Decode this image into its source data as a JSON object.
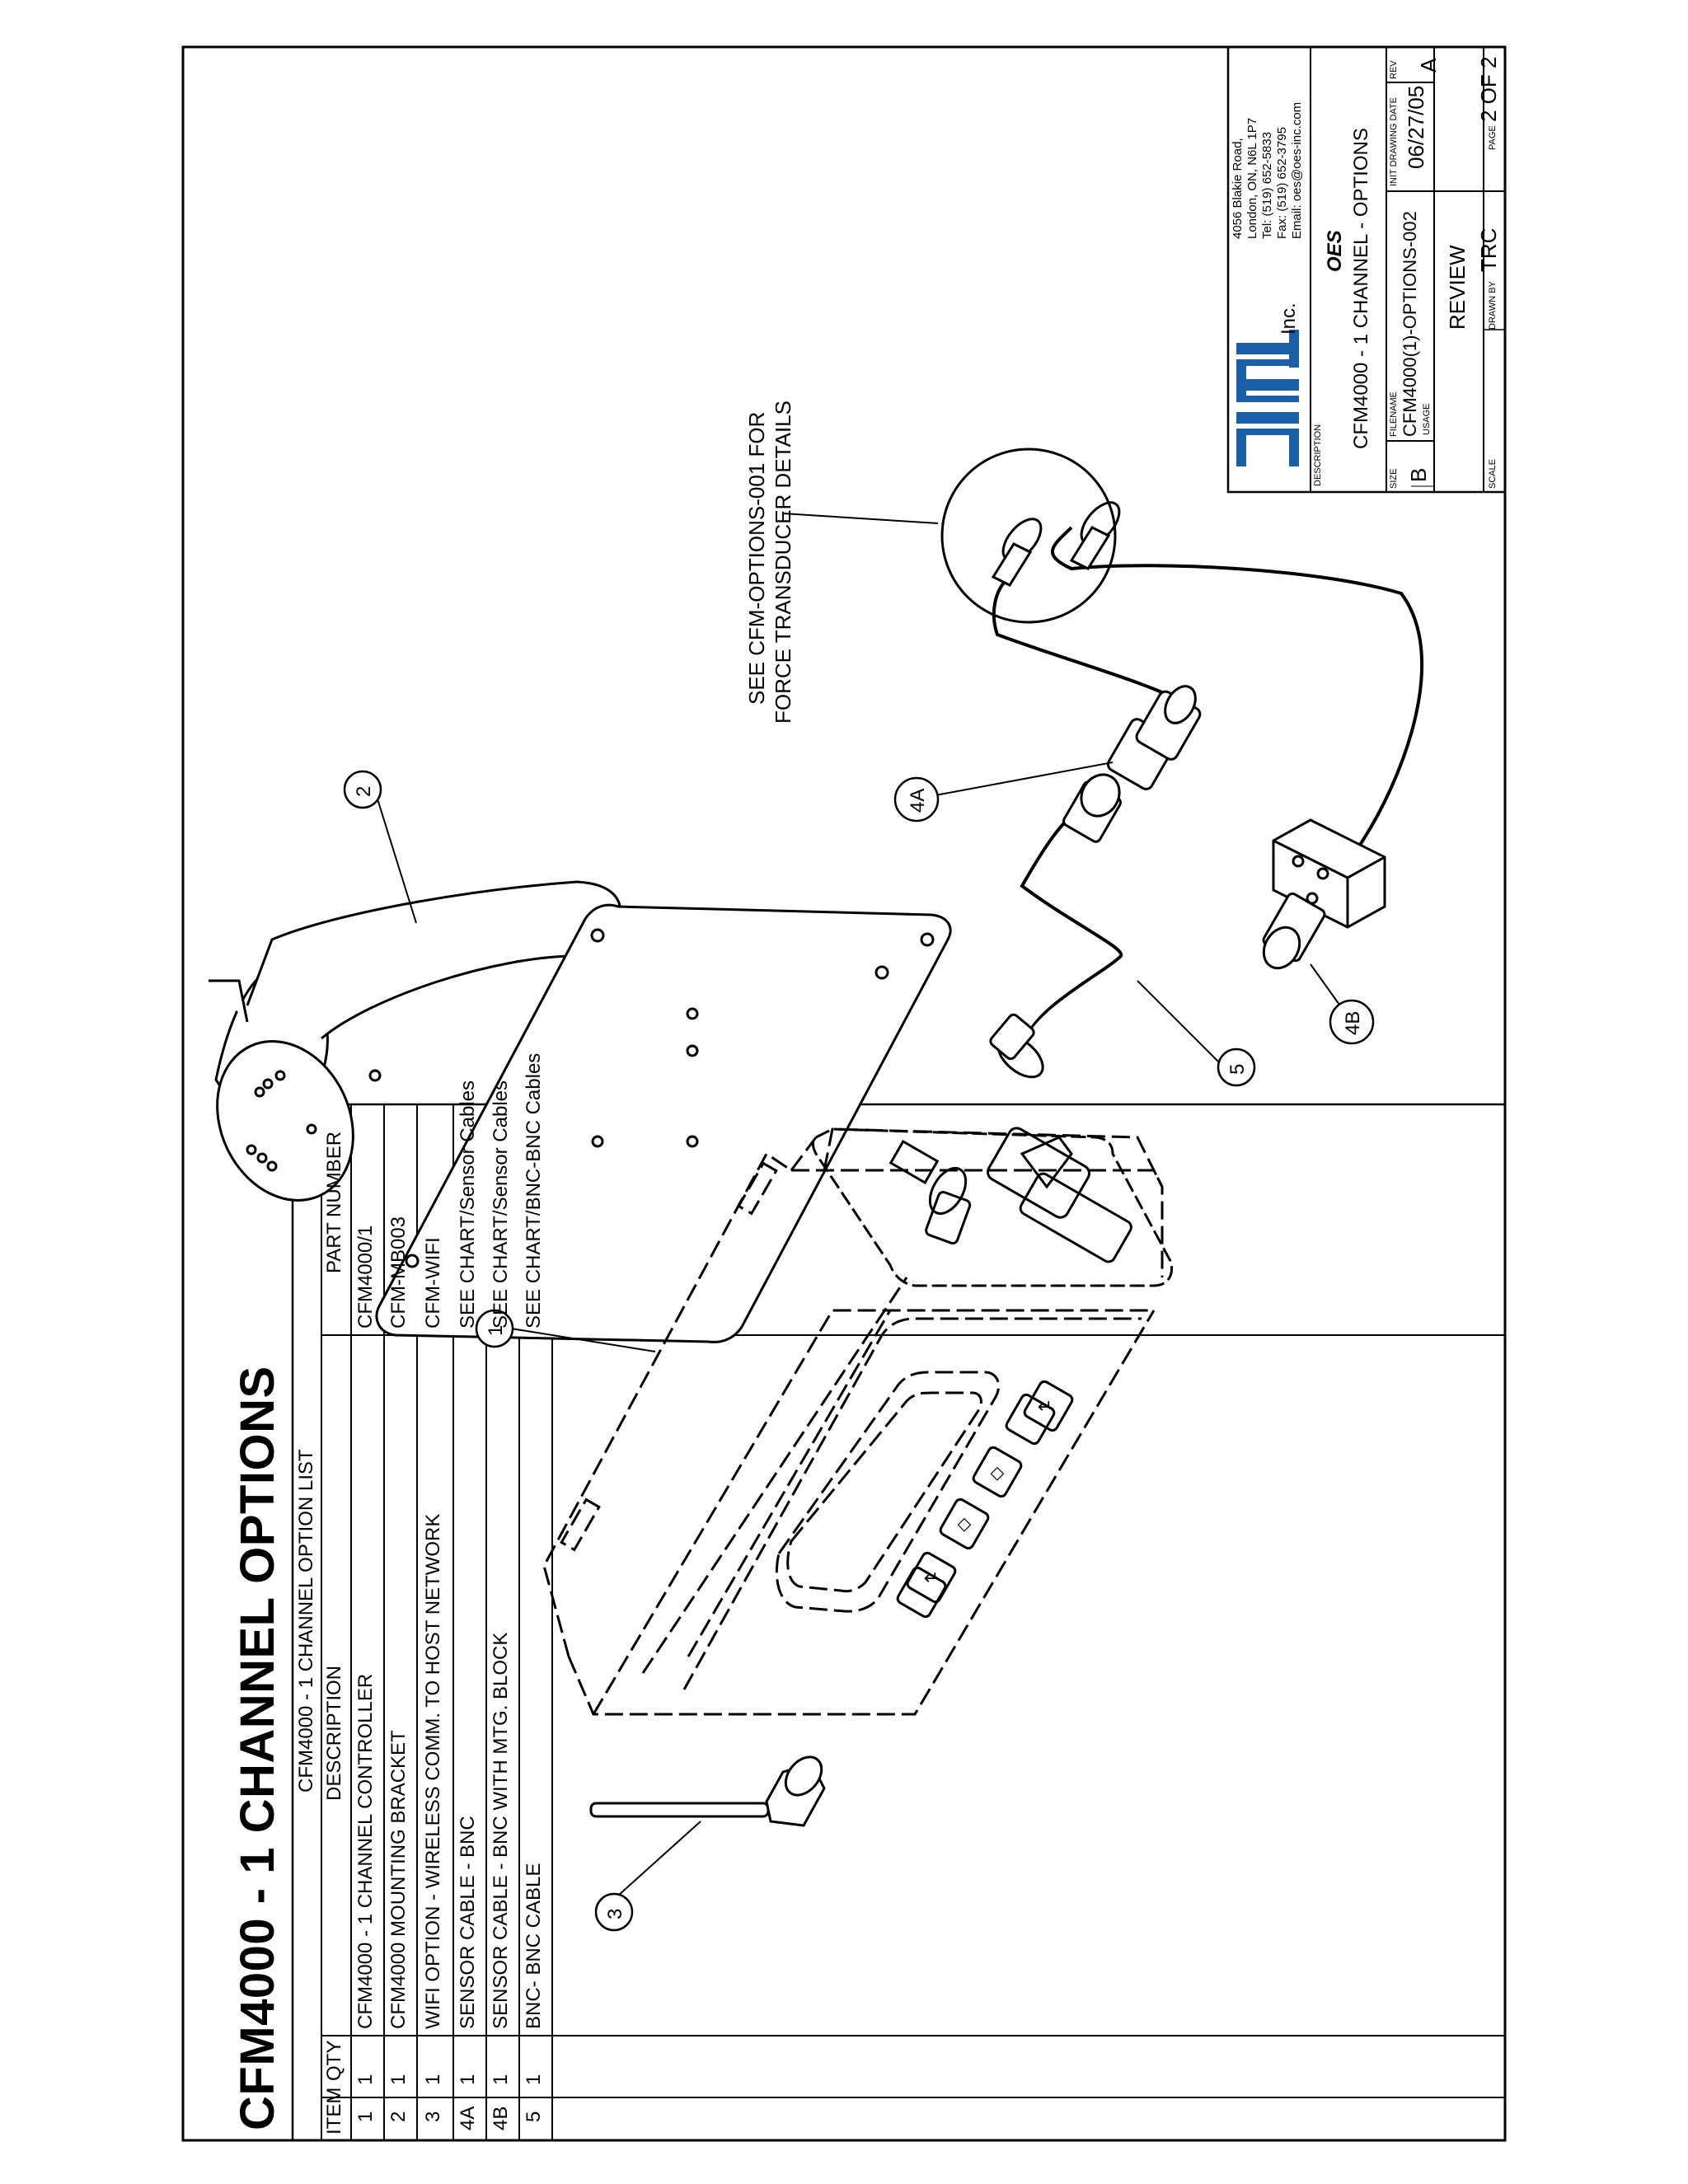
{
  "drawing": {
    "title": "CFM4000 - 1 CHANNEL OPTIONS",
    "note": [
      "SEE CFM-OPTIONS-001 FOR",
      "FORCE TRANSDUCER DETAILS"
    ],
    "balloons": [
      "1",
      "2",
      "3",
      "4A",
      "4B",
      "5"
    ]
  },
  "option_list": {
    "title": "CFM4000 - 1 CHANNEL OPTION LIST",
    "headers": {
      "item": "ITEM",
      "qty": "QTY",
      "description": "DESCRIPTION",
      "part": "PART NUMBER"
    },
    "rows": [
      {
        "item": "1",
        "qty": "1",
        "description": "CFM4000 - 1 CHANNEL CONTROLLER",
        "part": "CFM4000/1"
      },
      {
        "item": "2",
        "qty": "1",
        "description": "CFM4000 MOUNTING BRACKET",
        "part": "CFM-MB003"
      },
      {
        "item": "3",
        "qty": "1",
        "description": "WIFI OPTION - WIRELESS COMM. TO HOST NETWORK",
        "part": "CFM-WIFI"
      },
      {
        "item": "4A",
        "qty": "1",
        "description": "SENSOR CABLE - BNC",
        "part": "SEE CHART/Sensor Cables"
      },
      {
        "item": "4B",
        "qty": "1",
        "description": "SENSOR CABLE - BNC WITH MTG. BLOCK",
        "part": "SEE CHART/Sensor Cables"
      },
      {
        "item": "5",
        "qty": "1",
        "description": "BNC- BNC CABLE",
        "part": "SEE CHART/BNC-BNC Cables"
      }
    ]
  },
  "title_block": {
    "company": "OES",
    "logo_text": "OES",
    "logo_suffix": "Inc.",
    "address": [
      "4056 Blakie Road,",
      "London, ON, N6L 1P7",
      "Tel: (519) 652-5833",
      "Fax: (519) 652-3795",
      "Email: oes@oes-inc.com"
    ],
    "description_label": "DESCRIPTION",
    "description": "CFM4000 - 1 CHANNEL - OPTIONS",
    "size_label": "SIZE",
    "size": "B",
    "filename_label": "FILENAME",
    "filename": "CFM4000(1)-OPTIONS-002",
    "init_date_label": "INIT DRAWING DATE",
    "init_date": "06/27/05",
    "rev_label": "REV",
    "rev": "A",
    "usage_label": "USAGE",
    "usage": "REVIEW",
    "scale_label": "SCALE",
    "scale": "",
    "drawn_by_label": "DRAWN BY",
    "drawn_by": "TRC",
    "page_label": "PAGE",
    "page": "2 OF 2"
  },
  "colors": {
    "line": "#000000",
    "logo_blue": "#1a5fa8",
    "paper": "#ffffff"
  }
}
